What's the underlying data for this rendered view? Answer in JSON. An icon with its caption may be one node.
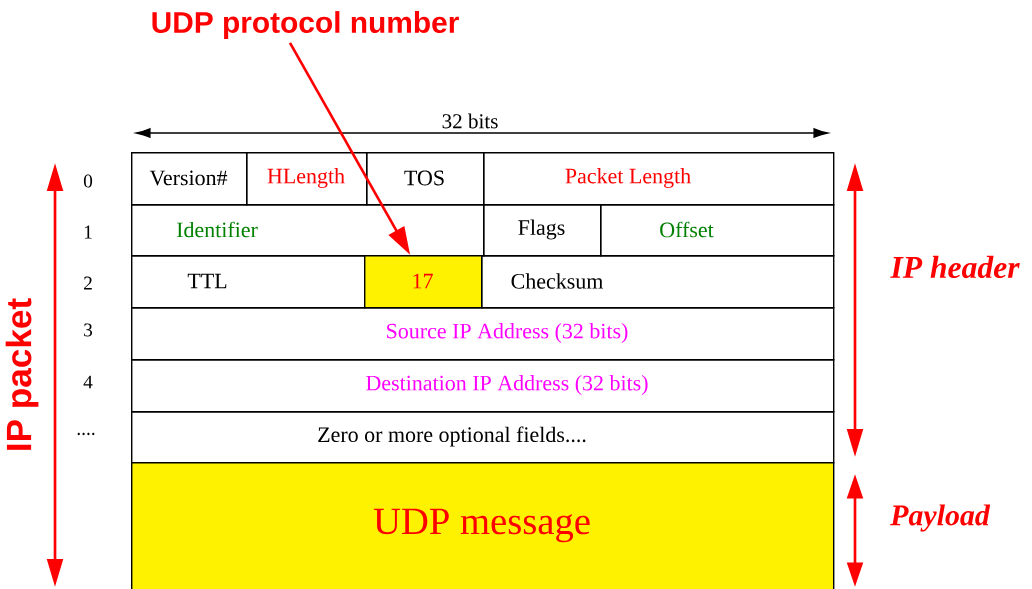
{
  "diagram": {
    "nodes": [
      {
        "text": [
          "UDP protocol number"
        ]
      },
      {
        "text": [
          "Version#"
        ]
      },
      {
        "text": [
          "HLength"
        ]
      },
      {
        "text": [
          "TOS"
        ]
      },
      {
        "text": [
          "Packet Length"
        ]
      },
      {
        "text": [
          "Identifier"
        ]
      },
      {
        "text": [
          "Flags"
        ]
      },
      {
        "text": [
          "Offset"
        ]
      },
      {
        "text": [
          "TTL"
        ]
      },
      {
        "text": [
          "17"
        ]
      },
      {
        "text": [
          "Checksum"
        ]
      },
      {
        "text": [
          "Source IP Address (32 bits)"
        ]
      },
      {
        "text": [
          "Destination IP Address (32 bits)"
        ]
      },
      {
        "text": [
          "Zero or more optional fields...."
        ]
      },
      {
        "text": [
          "UDP message"
        ]
      }
    ],
    "edges": [
      {
        "from": 0,
        "to": 9,
        "arrow": "to"
      }
    ],
    "labels": [
      "32 bits",
      "0",
      "1",
      "2",
      "3",
      "4",
      "....",
      "IP packet",
      "IP header",
      "Payload"
    ]
  }
}
